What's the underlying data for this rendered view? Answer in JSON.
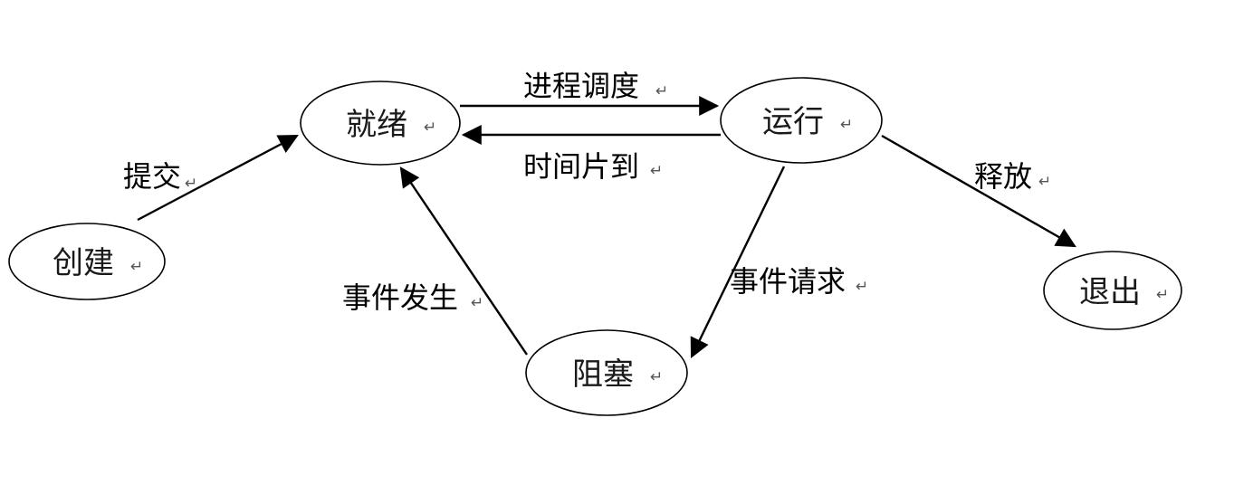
{
  "diagram": {
    "states": {
      "create": "创建",
      "ready": "就绪",
      "running": "运行",
      "blocked": "阻塞",
      "exit": "退出"
    },
    "transitions": {
      "submit": "提交",
      "dispatch": "进程调度",
      "timeout": "时间片到",
      "release": "释放",
      "event_request": "事件请求",
      "event_occur": "事件发生"
    },
    "paragraph_mark": "↵"
  }
}
